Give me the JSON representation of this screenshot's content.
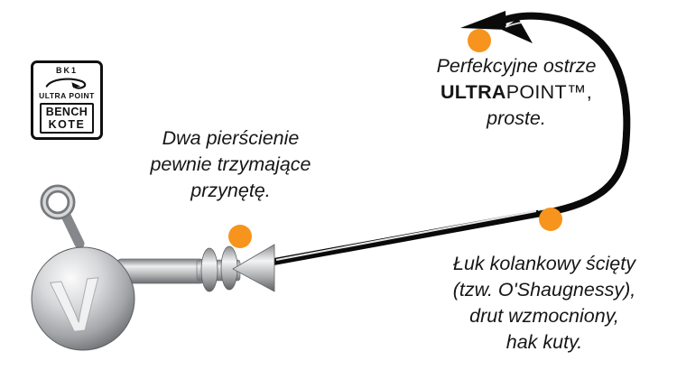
{
  "badge": {
    "bk1": "BK1",
    "ultra_point": "ULTRA POINT",
    "bench": "BENCH",
    "kote": "KOTE"
  },
  "annotations": {
    "keeper": {
      "lines": [
        "Dwa pierścienie",
        "pewnie trzymające",
        "przynętę."
      ]
    },
    "point": {
      "line1": "Perfekcyjne ostrze",
      "brand_bold": "ULTRA",
      "brand_light": "POINT™,",
      "line3": "proste."
    },
    "bend": {
      "lines": [
        "Łuk kolankowy ścięty",
        "(tzw. O'Shaugnessy),",
        "drut wzmocniony,",
        "hak kuty."
      ]
    }
  },
  "jig": {
    "v_mark": "V"
  },
  "colors": {
    "marker_orange": "#F7941E",
    "hook_black": "#0a0a0a",
    "text": "#161616",
    "metal_light": "#efefef",
    "metal_dark": "#6e7073"
  }
}
